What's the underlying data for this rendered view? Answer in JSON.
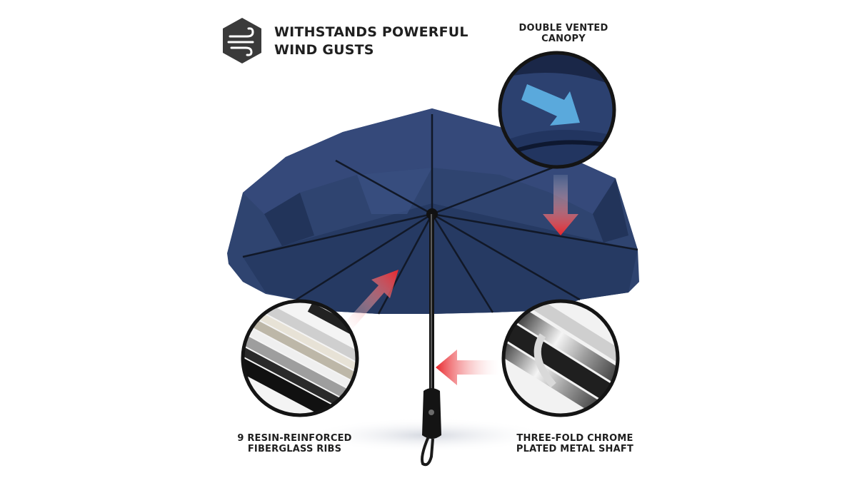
{
  "headline": {
    "line1": "WITHSTANDS POWERFUL",
    "line2": "WIND GUSTS"
  },
  "callouts": {
    "canopy": {
      "line1": "DOUBLE VENTED",
      "line2": "CANOPY"
    },
    "ribs": {
      "line1": "9 RESIN-REINFORCED",
      "line2": "FIBERGLASS RIBS"
    },
    "shaft": {
      "line1": "THREE-FOLD CHROME",
      "line2": "PLATED METAL SHAFT"
    }
  },
  "icons": {
    "badge": "wind-gust-icon"
  },
  "colors": {
    "canopy": "#2f4470",
    "canopy_dark": "#1d2b4c",
    "arrow": "#e8262c",
    "vent_arrow": "#5aa9dc",
    "badge": "#3a3a3a"
  }
}
